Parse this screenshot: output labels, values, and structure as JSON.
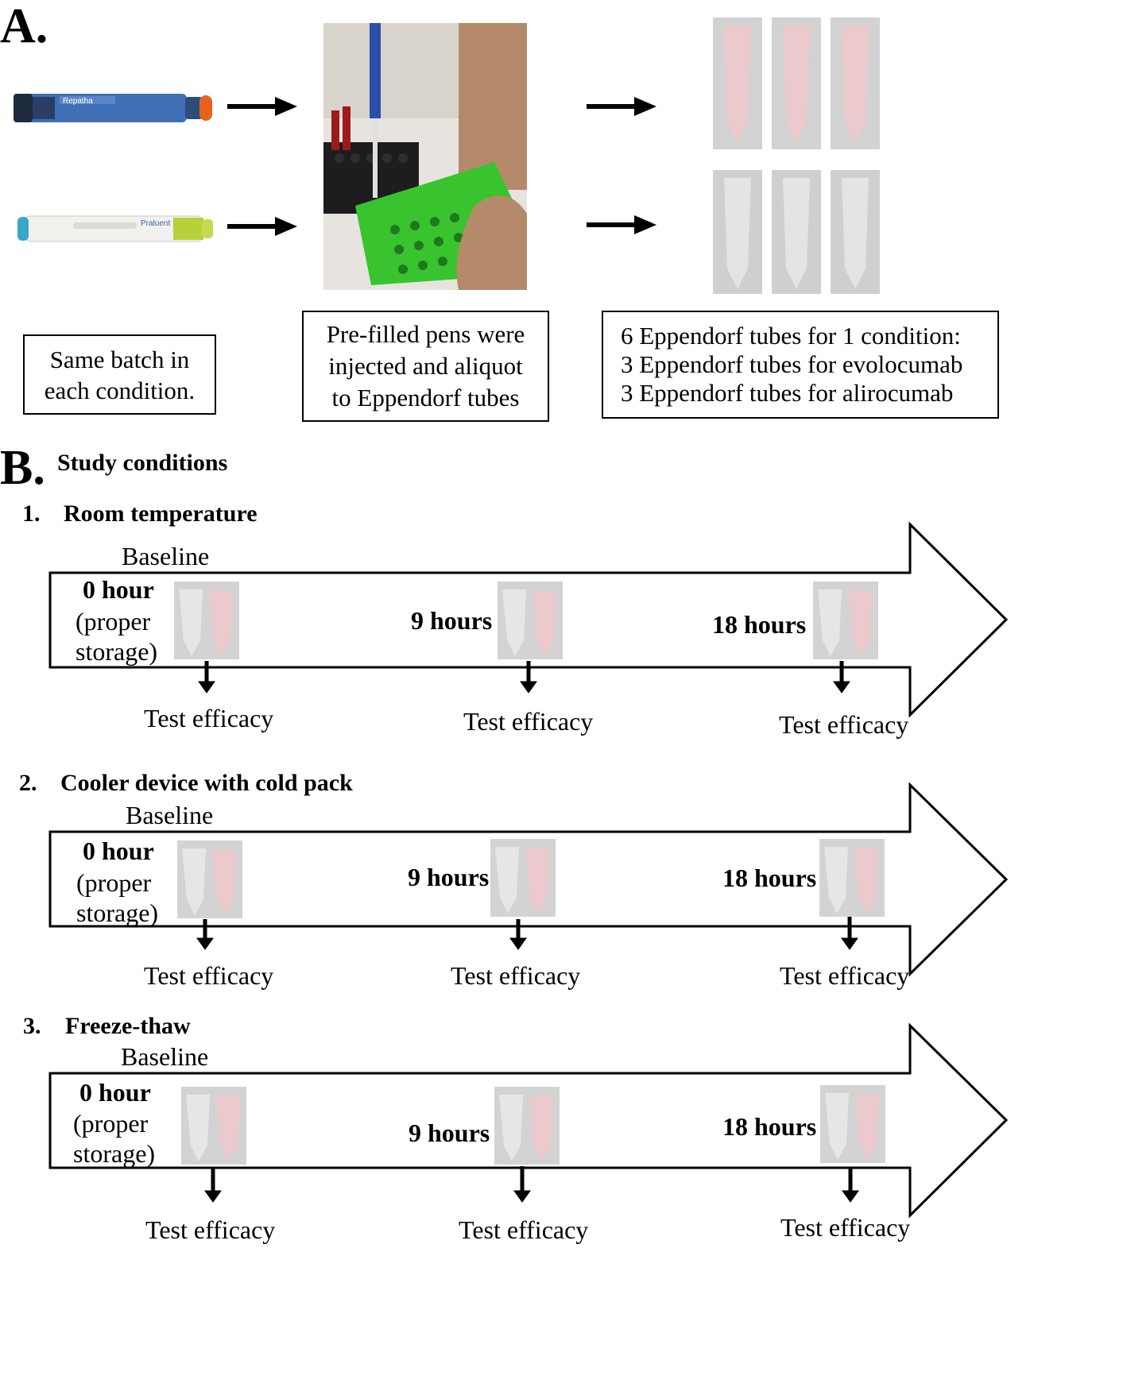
{
  "panelA": {
    "letter": "A.",
    "box1": [
      "Same batch in",
      "each condition."
    ],
    "box2": [
      "Pre-filled pens were",
      "injected and aliquot",
      "to Eppendorf tubes"
    ],
    "box3": [
      "6 Eppendorf tubes for 1 condition:",
      "3 Eppendorf tubes for evolocumab",
      "3 Eppendorf tubes for alirocumab"
    ],
    "pen1_label": "Repatha",
    "pen2_label": "Praluent"
  },
  "panelB": {
    "letter": "B.",
    "heading": "Study conditions",
    "conditions": [
      {
        "number": "1.",
        "title": "Room temperature",
        "baseline": "Baseline",
        "t0": "0 hour",
        "t0_sub1": "(proper",
        "t0_sub2": "storage)",
        "t9": "9 hours",
        "t18": "18 hours",
        "test": "Test efficacy"
      },
      {
        "number": "2.",
        "title": "Cooler device with cold pack",
        "baseline": "Baseline",
        "t0": "0 hour",
        "t0_sub1": "(proper",
        "t0_sub2": "storage)",
        "t9": "9 hours",
        "t18": "18 hours",
        "test": "Test efficacy"
      },
      {
        "number": "3.",
        "title": "Freeze-thaw",
        "baseline": "Baseline",
        "t0": "0 hour",
        "t0_sub1": "(proper",
        "t0_sub2": "storage)",
        "t9": "9 hours",
        "t18": "18 hours",
        "test": "Test efficacy"
      }
    ]
  },
  "colors": {
    "pen_blue": "#3f6fb5",
    "pen_orange": "#e8621c",
    "pen_white": "#f1f1ee",
    "pen_cap_blue": "#38a7c9",
    "pen_green": "#b7d13a",
    "rack_green": "#39c42f",
    "tube_pink": "#e9c9cb",
    "tube_grey": "#cfcfd0"
  }
}
